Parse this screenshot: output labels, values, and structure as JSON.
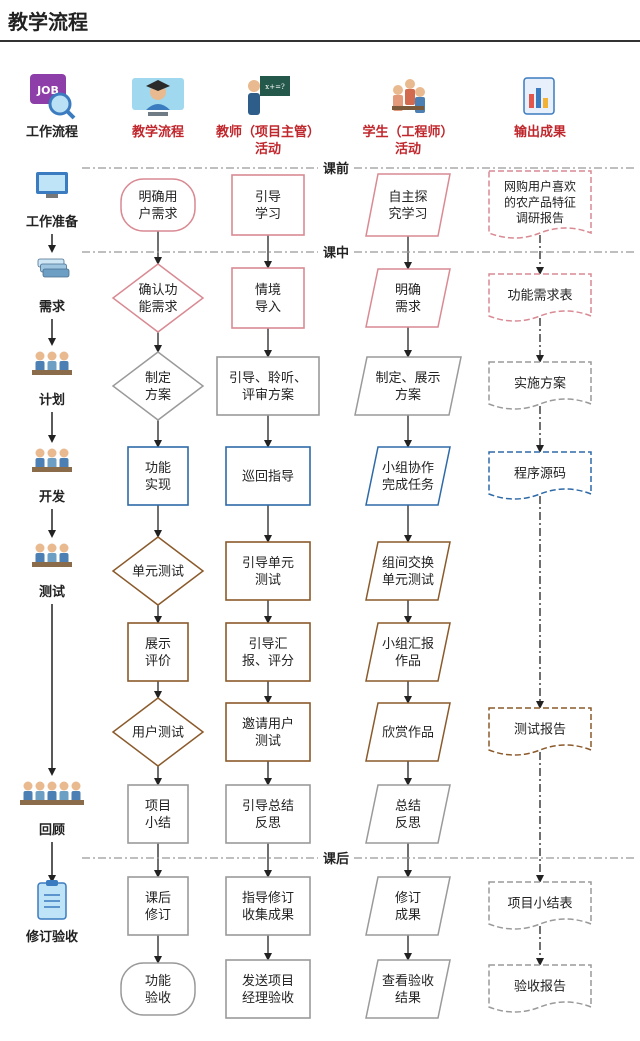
{
  "page_title": "教学流程",
  "headers": {
    "workflow": "工作流程",
    "teaching": "教学流程",
    "teacher_1": "教师（项目主管）",
    "teacher_2": "活动",
    "student_1": "学生（工程师）",
    "student_2": "活动",
    "output": "输出成果"
  },
  "header_icons": [
    "job-icon",
    "teaching-screen-icon",
    "teacher-icon",
    "students-icon",
    "report-icon"
  ],
  "stage_labels": {
    "pre": "课前",
    "during": "课中",
    "post": "课后"
  },
  "workflow_steps": [
    {
      "label": "工作准备",
      "icon": "computer-icon"
    },
    {
      "label": "需求",
      "icon": "document-stack-icon"
    },
    {
      "label": "计划",
      "icon": "meeting-icon"
    },
    {
      "label": "开发",
      "icon": "developer-icon"
    },
    {
      "label": "测试",
      "icon": "tester-icon"
    },
    {
      "label": "回顾",
      "icon": "review-meeting-icon"
    },
    {
      "label": "修订验收",
      "icon": "clipboard-icon"
    }
  ],
  "teaching_nodes": [
    {
      "lines": [
        "明确用",
        "户需求"
      ],
      "shape": "terminal",
      "color": "#d98a93"
    },
    {
      "lines": [
        "确认功",
        "能需求"
      ],
      "shape": "diamond",
      "color": "#d98a93"
    },
    {
      "lines": [
        "制定",
        "方案"
      ],
      "shape": "diamond",
      "color": "#9a9a9a"
    },
    {
      "lines": [
        "功能",
        "实现"
      ],
      "shape": "rect",
      "color": "#2e6aa8"
    },
    {
      "lines": [
        "单元测试"
      ],
      "shape": "diamond",
      "color": "#8b5a2b"
    },
    {
      "lines": [
        "展示",
        "评价"
      ],
      "shape": "rect",
      "color": "#8b5a2b"
    },
    {
      "lines": [
        "用户测试"
      ],
      "shape": "diamond",
      "color": "#8b5a2b"
    },
    {
      "lines": [
        "项目",
        "小结"
      ],
      "shape": "rect",
      "color": "#9a9a9a"
    },
    {
      "lines": [
        "课后",
        "修订"
      ],
      "shape": "rect",
      "color": "#9a9a9a"
    },
    {
      "lines": [
        "功能",
        "验收"
      ],
      "shape": "terminal",
      "color": "#9a9a9a"
    }
  ],
  "teacher_nodes": [
    {
      "lines": [
        "引导",
        "学习"
      ],
      "color": "#d98a93"
    },
    {
      "lines": [
        "情境",
        "导入"
      ],
      "color": "#d98a93"
    },
    {
      "lines": [
        "引导、聆听、",
        "评审方案"
      ],
      "color": "#9a9a9a"
    },
    {
      "lines": [
        "巡回指导"
      ],
      "color": "#2e6aa8"
    },
    {
      "lines": [
        "引导单元",
        "测试"
      ],
      "color": "#8b5a2b"
    },
    {
      "lines": [
        "引导汇",
        "报、评分"
      ],
      "color": "#8b5a2b"
    },
    {
      "lines": [
        "邀请用户",
        "测试"
      ],
      "color": "#8b5a2b"
    },
    {
      "lines": [
        "引导总结",
        "反思"
      ],
      "color": "#9a9a9a"
    },
    {
      "lines": [
        "指导修订",
        "收集成果"
      ],
      "color": "#9a9a9a"
    },
    {
      "lines": [
        "发送项目",
        "经理验收"
      ],
      "color": "#9a9a9a"
    }
  ],
  "student_nodes": [
    {
      "lines": [
        "自主探",
        "究学习"
      ],
      "color": "#d98a93"
    },
    {
      "lines": [
        "明确",
        "需求"
      ],
      "color": "#d98a93"
    },
    {
      "lines": [
        "制定、展示",
        "方案"
      ],
      "color": "#9a9a9a"
    },
    {
      "lines": [
        "小组协作",
        "完成任务"
      ],
      "color": "#2e6aa8"
    },
    {
      "lines": [
        "组间交换",
        "单元测试"
      ],
      "color": "#8b5a2b"
    },
    {
      "lines": [
        "小组汇报",
        "作品"
      ],
      "color": "#8b5a2b"
    },
    {
      "lines": [
        "欣赏作品"
      ],
      "color": "#8b5a2b"
    },
    {
      "lines": [
        "总结",
        "反思"
      ],
      "color": "#9a9a9a"
    },
    {
      "lines": [
        "修订",
        "成果"
      ],
      "color": "#9a9a9a"
    },
    {
      "lines": [
        "查看验收",
        "结果"
      ],
      "color": "#9a9a9a"
    }
  ],
  "output_nodes": [
    {
      "lines": [
        "网购用户喜欢",
        "的农产品特征",
        "调研报告"
      ],
      "color": "#d98a93"
    },
    {
      "lines": [
        "功能需求表"
      ],
      "color": "#d98a93"
    },
    {
      "lines": [
        "实施方案"
      ],
      "color": "#9a9a9a"
    },
    {
      "lines": [
        "程序源码"
      ],
      "color": "#2e6aa8"
    },
    {
      "lines": [
        "测试报告"
      ],
      "color": "#8b5a2b"
    },
    {
      "lines": [
        "项目小结表"
      ],
      "color": "#9a9a9a"
    },
    {
      "lines": [
        "验收报告"
      ],
      "color": "#9a9a9a"
    }
  ],
  "colors": {
    "header_red": "#c0272d",
    "arrow": "#222222",
    "stage_line": "#999999"
  }
}
